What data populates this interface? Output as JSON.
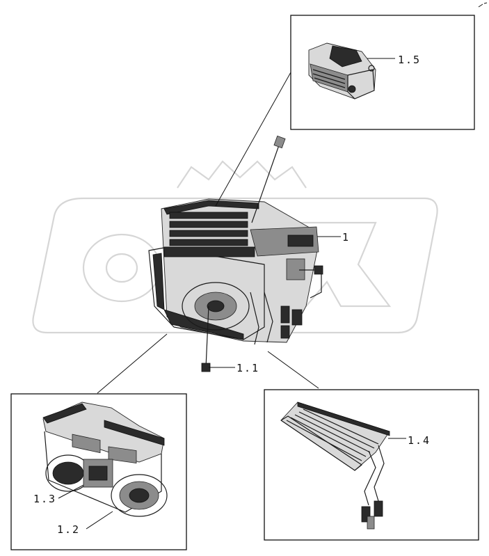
{
  "diagram": {
    "watermark_text": "OMEX",
    "callouts": {
      "main_unit": "1",
      "rod": "1.1",
      "blower": "1.2",
      "blower_housing": "1.3",
      "heater_core": "1.4",
      "resistor": "1.5"
    }
  }
}
